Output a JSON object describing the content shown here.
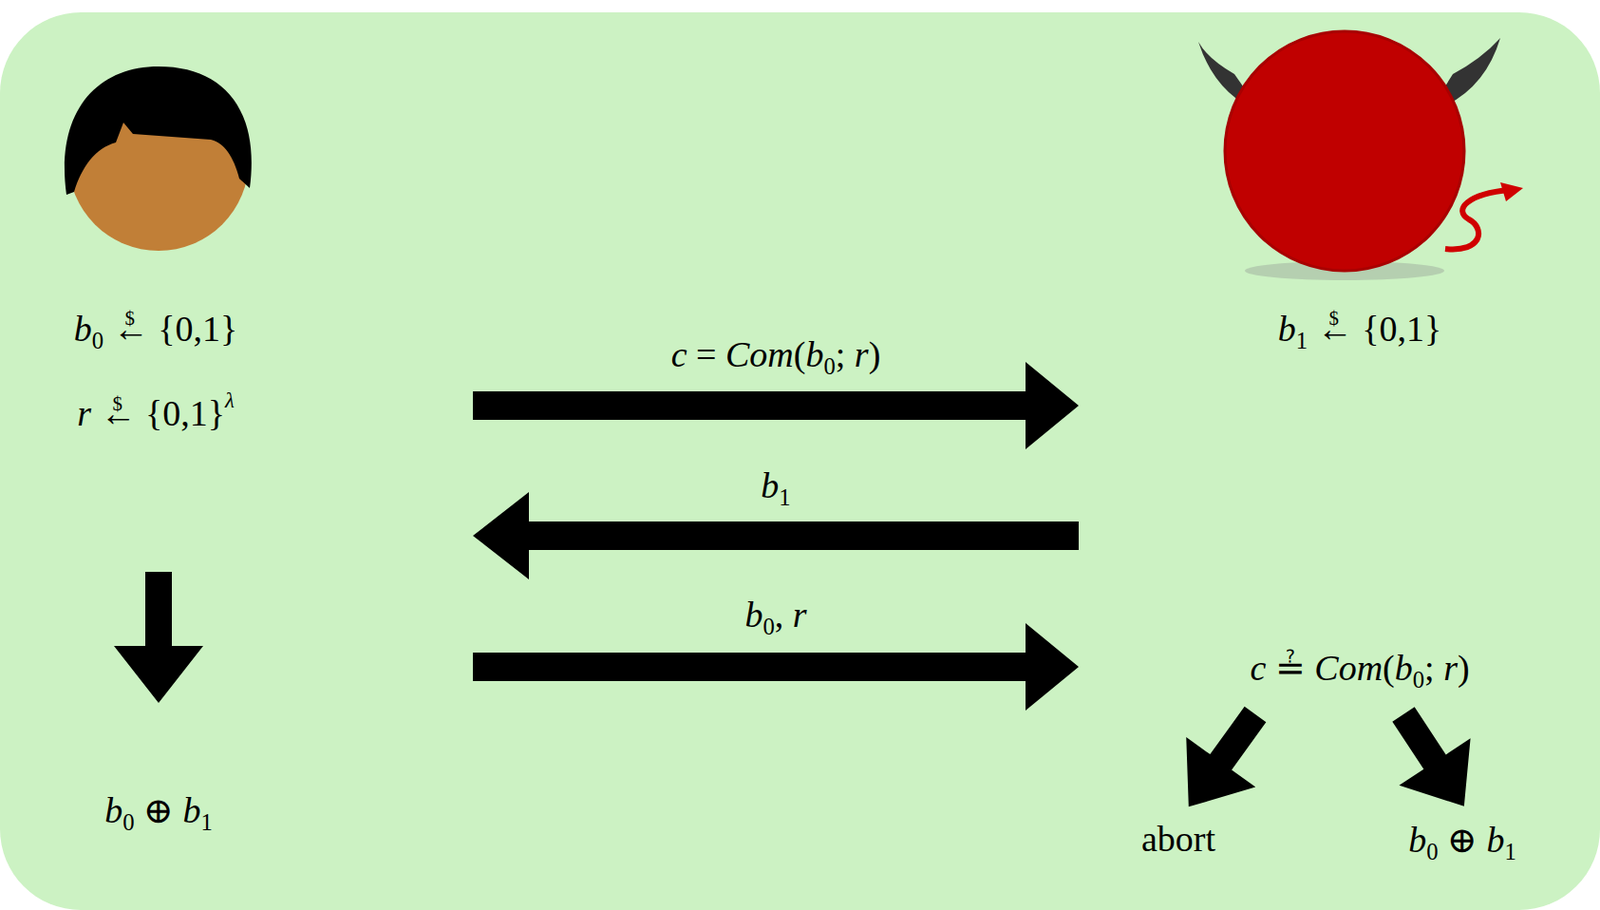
{
  "diagram": {
    "labels": [
      "b0 ←$ {0,1}",
      "r ←$ {0,1}λ",
      "c = Com(b0; r)",
      "b1",
      "b0, r",
      "b0 ⊕ b1",
      "b1 ←$ {0,1}",
      "c ≟ Com(b0; r)",
      "abort",
      "b0 ⊕ b1"
    ]
  }
}
